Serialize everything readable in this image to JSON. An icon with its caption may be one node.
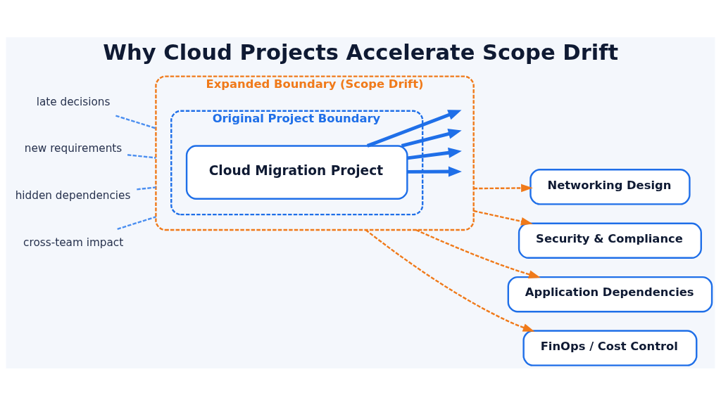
{
  "diagram": {
    "title": "Why Cloud Projects Accelerate Scope Drift",
    "nodes": [
      {
        "text": [
          "Expanded Boundary (Scope Drift)"
        ]
      },
      {
        "text": [
          "Networking Design"
        ]
      },
      {
        "text": [
          "Security & Compliance"
        ]
      },
      {
        "text": [
          "Original Project Boundary"
        ],
        "in": 0
      },
      {
        "text": [
          "late decisions"
        ]
      },
      {
        "text": [
          "new requirements"
        ]
      },
      {
        "text": [
          "Cloud Migration Project"
        ],
        "in": 3
      },
      {
        "text": [
          "hidden dependencies"
        ]
      },
      {
        "text": [
          "cross-team impact"
        ]
      },
      {
        "text": [
          "Application Dependencies"
        ]
      },
      {
        "text": [
          "FinOps / Cost Control"
        ]
      }
    ],
    "edges": [
      {
        "from": 6,
        "to": null,
        "arrow": "to",
        "style": "thick",
        "color": "#1f6fe8"
      },
      {
        "from": 0,
        "to": 1,
        "arrow": "to",
        "style": "dashed",
        "color": "#f07a1a"
      },
      {
        "from": 6,
        "to": null,
        "arrow": "to",
        "style": "thick",
        "color": "#1f6fe8"
      },
      {
        "from": 0,
        "to": 2,
        "arrow": "to",
        "style": "dashed",
        "color": "#f07a1a"
      },
      {
        "from": 6,
        "to": null,
        "arrow": "to",
        "style": "thick",
        "color": "#1f6fe8"
      },
      {
        "from": 0,
        "to": 9,
        "arrow": "to",
        "style": "dashed",
        "color": "#f07a1a"
      },
      {
        "from": 6,
        "to": null,
        "arrow": "to",
        "style": "thick",
        "color": "#1f6fe8"
      },
      {
        "from": 0,
        "to": 10,
        "arrow": "to",
        "style": "dashed",
        "color": "#f07a1a"
      },
      {
        "from": 4,
        "to": 0,
        "arrow": "none",
        "style": "dashed",
        "color": "#4a8ef0"
      },
      {
        "from": 5,
        "to": 0,
        "arrow": "none",
        "style": "dashed",
        "color": "#4a8ef0"
      },
      {
        "from": 7,
        "to": 0,
        "arrow": "none",
        "style": "dashed",
        "color": "#4a8ef0"
      },
      {
        "from": 8,
        "to": 0,
        "arrow": "none",
        "style": "dashed",
        "color": "#4a8ef0"
      }
    ]
  }
}
